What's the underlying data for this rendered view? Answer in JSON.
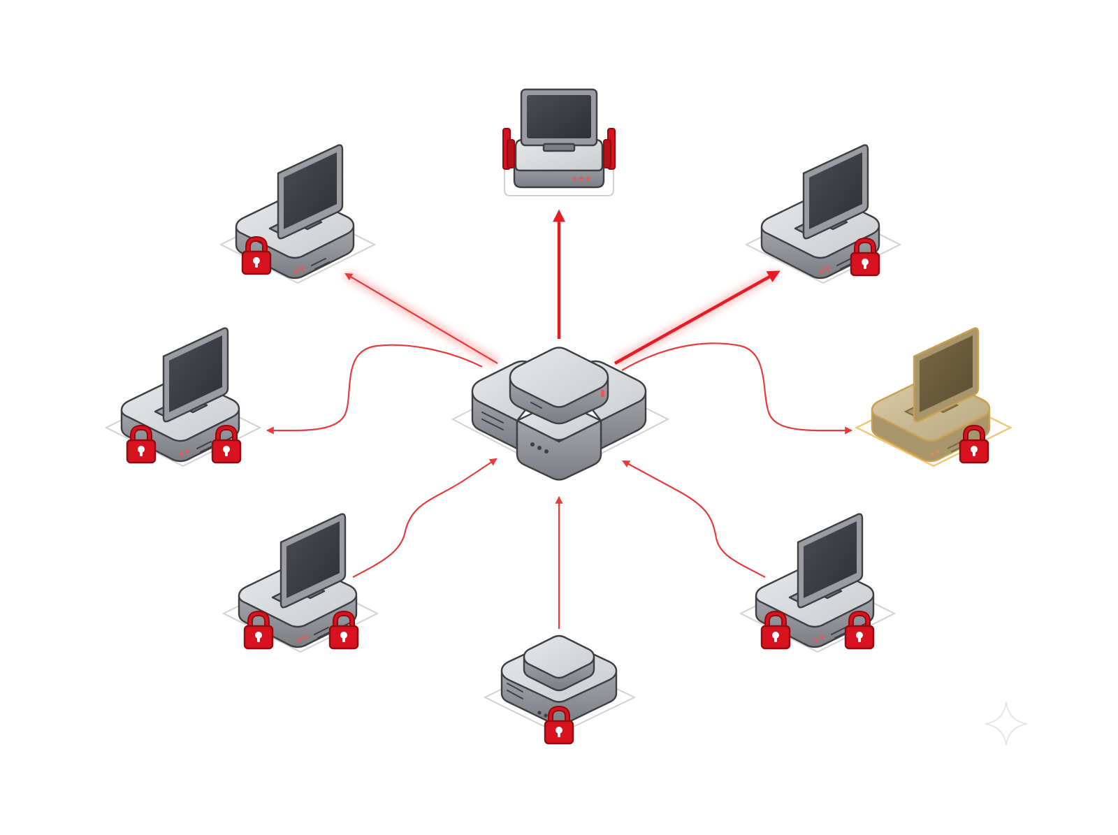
{
  "colors": {
    "device_body": "#c7c8cb",
    "device_top": "#dedfe1",
    "device_side": "#8e9096",
    "screen": "#3b3d42",
    "outline": "#3d3f44",
    "lock_red": "#d8121e",
    "link_red": "#e83b3b",
    "highlight_amber": "#f2c77a",
    "highlight_body": "#c9b894",
    "background": "#ffffff"
  },
  "nodes": [
    {
      "id": "central-server",
      "kind": "server-hub",
      "locks": 0
    },
    {
      "id": "top",
      "kind": "terminal-with-antennas",
      "locks": 0
    },
    {
      "id": "upper-left",
      "kind": "workstation",
      "locks": 1
    },
    {
      "id": "upper-right",
      "kind": "workstation",
      "locks": 1
    },
    {
      "id": "mid-left",
      "kind": "workstation",
      "locks": 2
    },
    {
      "id": "mid-right",
      "kind": "workstation",
      "locks": 1,
      "highlighted": true
    },
    {
      "id": "lower-left",
      "kind": "workstation",
      "locks": 2
    },
    {
      "id": "lower-right",
      "kind": "workstation",
      "locks": 2
    },
    {
      "id": "bottom",
      "kind": "server-node",
      "locks": 1
    }
  ],
  "links": [
    {
      "from": "central-server",
      "to": "top",
      "direction": "outbound",
      "emphasis": "strong"
    },
    {
      "from": "central-server",
      "to": "upper-right",
      "direction": "outbound",
      "emphasis": "strong"
    },
    {
      "from": "central-server",
      "to": "upper-left",
      "direction": "outbound",
      "emphasis": "normal"
    },
    {
      "from": "central-server",
      "to": "mid-left",
      "direction": "outbound",
      "emphasis": "normal"
    },
    {
      "from": "central-server",
      "to": "mid-right",
      "direction": "outbound",
      "emphasis": "normal"
    },
    {
      "from": "lower-left",
      "to": "central-server",
      "direction": "inbound",
      "emphasis": "normal"
    },
    {
      "from": "bottom",
      "to": "central-server",
      "direction": "inbound",
      "emphasis": "normal"
    },
    {
      "from": "lower-right",
      "to": "central-server",
      "direction": "inbound",
      "emphasis": "normal"
    }
  ],
  "icons": {
    "lock": "padlock-icon",
    "corner_mark": "sparkle-icon"
  }
}
